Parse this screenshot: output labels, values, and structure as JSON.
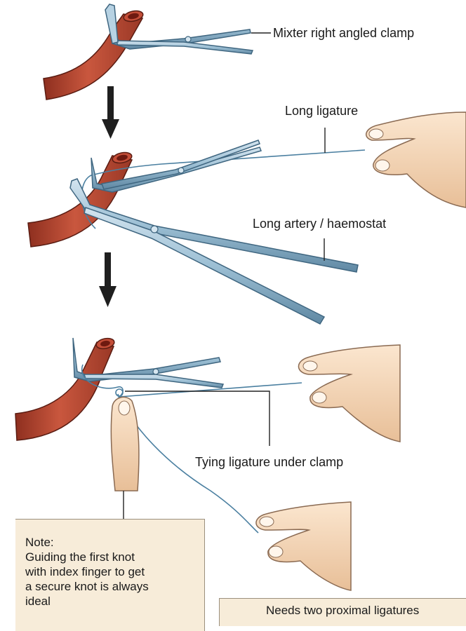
{
  "labels": {
    "mixter_clamp": "Mixter right angled clamp",
    "long_ligature": "Long ligature",
    "long_artery": "Long artery / haemostat",
    "tying_ligature": "Tying ligature under clamp"
  },
  "note": {
    "lines": [
      "Note:",
      "Guiding the first knot",
      "with index finger to get",
      "a secure knot is always",
      "ideal"
    ]
  },
  "footer": {
    "text": "Needs two proximal ligatures"
  },
  "colors": {
    "vessel": "#b84a34",
    "vessel_lumen": "#7a1f14",
    "instrument": "#8fb3c9",
    "instrument_edge": "#3f6680",
    "ligature": "#4a7fa0",
    "skin": "#f3d6b8",
    "skin_edge": "#8a6a52",
    "note_bg": "#f7ecd9",
    "arrow": "#1f1f1f"
  }
}
